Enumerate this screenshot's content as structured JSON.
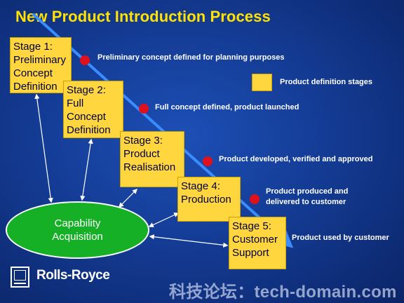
{
  "title": "New Product Introduction Process",
  "stages": [
    {
      "label": "Stage 1:\nPreliminary\nConcept\nDefinition"
    },
    {
      "label": "Stage 2:\nFull\nConcept\nDefinition"
    },
    {
      "label": "Stage 3:\nProduct\nRealisation"
    },
    {
      "label": "Stage 4:\nProduction"
    },
    {
      "label": "Stage 5:\nCustomer\nSupport"
    }
  ],
  "milestones": [
    "Preliminary concept defined for planning purposes",
    "Full concept defined, product launched",
    "Product developed, verified and approved",
    "Product produced and\ndelivered to customer",
    "Product used by customer"
  ],
  "legend": {
    "label": "Product definition stages"
  },
  "capability": {
    "label": "Capability\nAcquisition"
  },
  "logo": {
    "text": "Rolls-Royce"
  },
  "watermark": "科技论坛：tech-domain.com",
  "colors": {
    "stage_fill": "#ffd63d",
    "milestone_dot": "#e0101c",
    "timeline_line": "#3a8dff",
    "ellipse_fill": "#15b025",
    "title": "#ffe200"
  }
}
